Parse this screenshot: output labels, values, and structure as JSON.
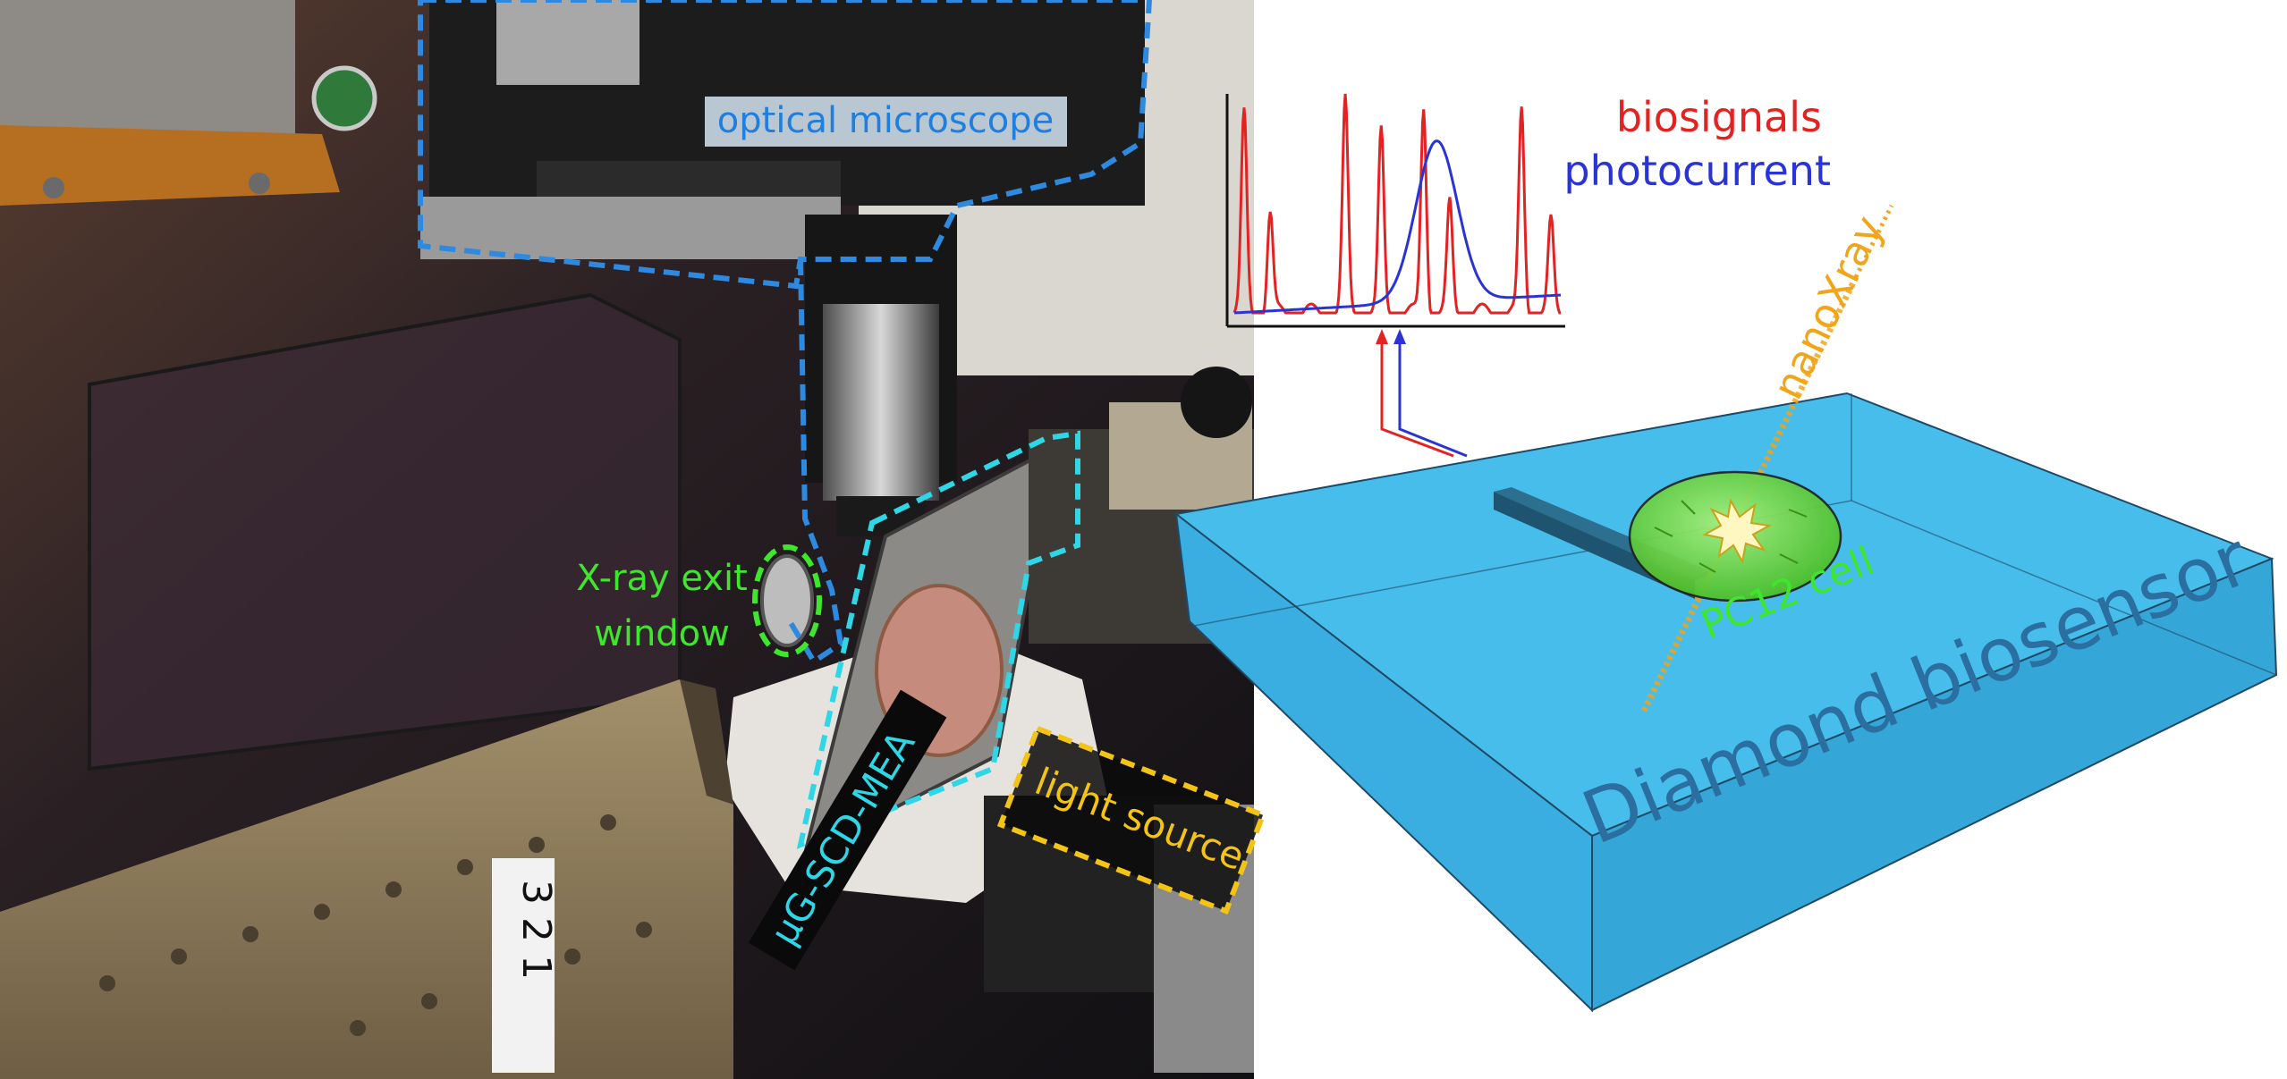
{
  "photo_labels": {
    "optical_microscope": "optical microscope",
    "xray_exit_line1": "X-ray exit",
    "xray_exit_line2": "window",
    "mea": "µG-SCD-MEA",
    "light_source": "light source",
    "stage_digits": "3  2  1"
  },
  "schematic": {
    "legend_biosignals": "biosignals",
    "legend_photocurrent": "photocurrent",
    "nanoxray": "nanoXray",
    "cell": "PC12 cell",
    "sensor": "Diamond biosensor"
  },
  "colors": {
    "microscope_outline": "#2e8ae0",
    "mea_outline": "#2fd6e6",
    "xray_outline": "#3ee62c",
    "light_outline": "#f3c416",
    "biosignal": "#e32222",
    "photocurrent": "#2a34d6",
    "beam": "#f1a51a",
    "sensor_fill": "#3fb6e6",
    "cell_fill": "#69d63a"
  }
}
